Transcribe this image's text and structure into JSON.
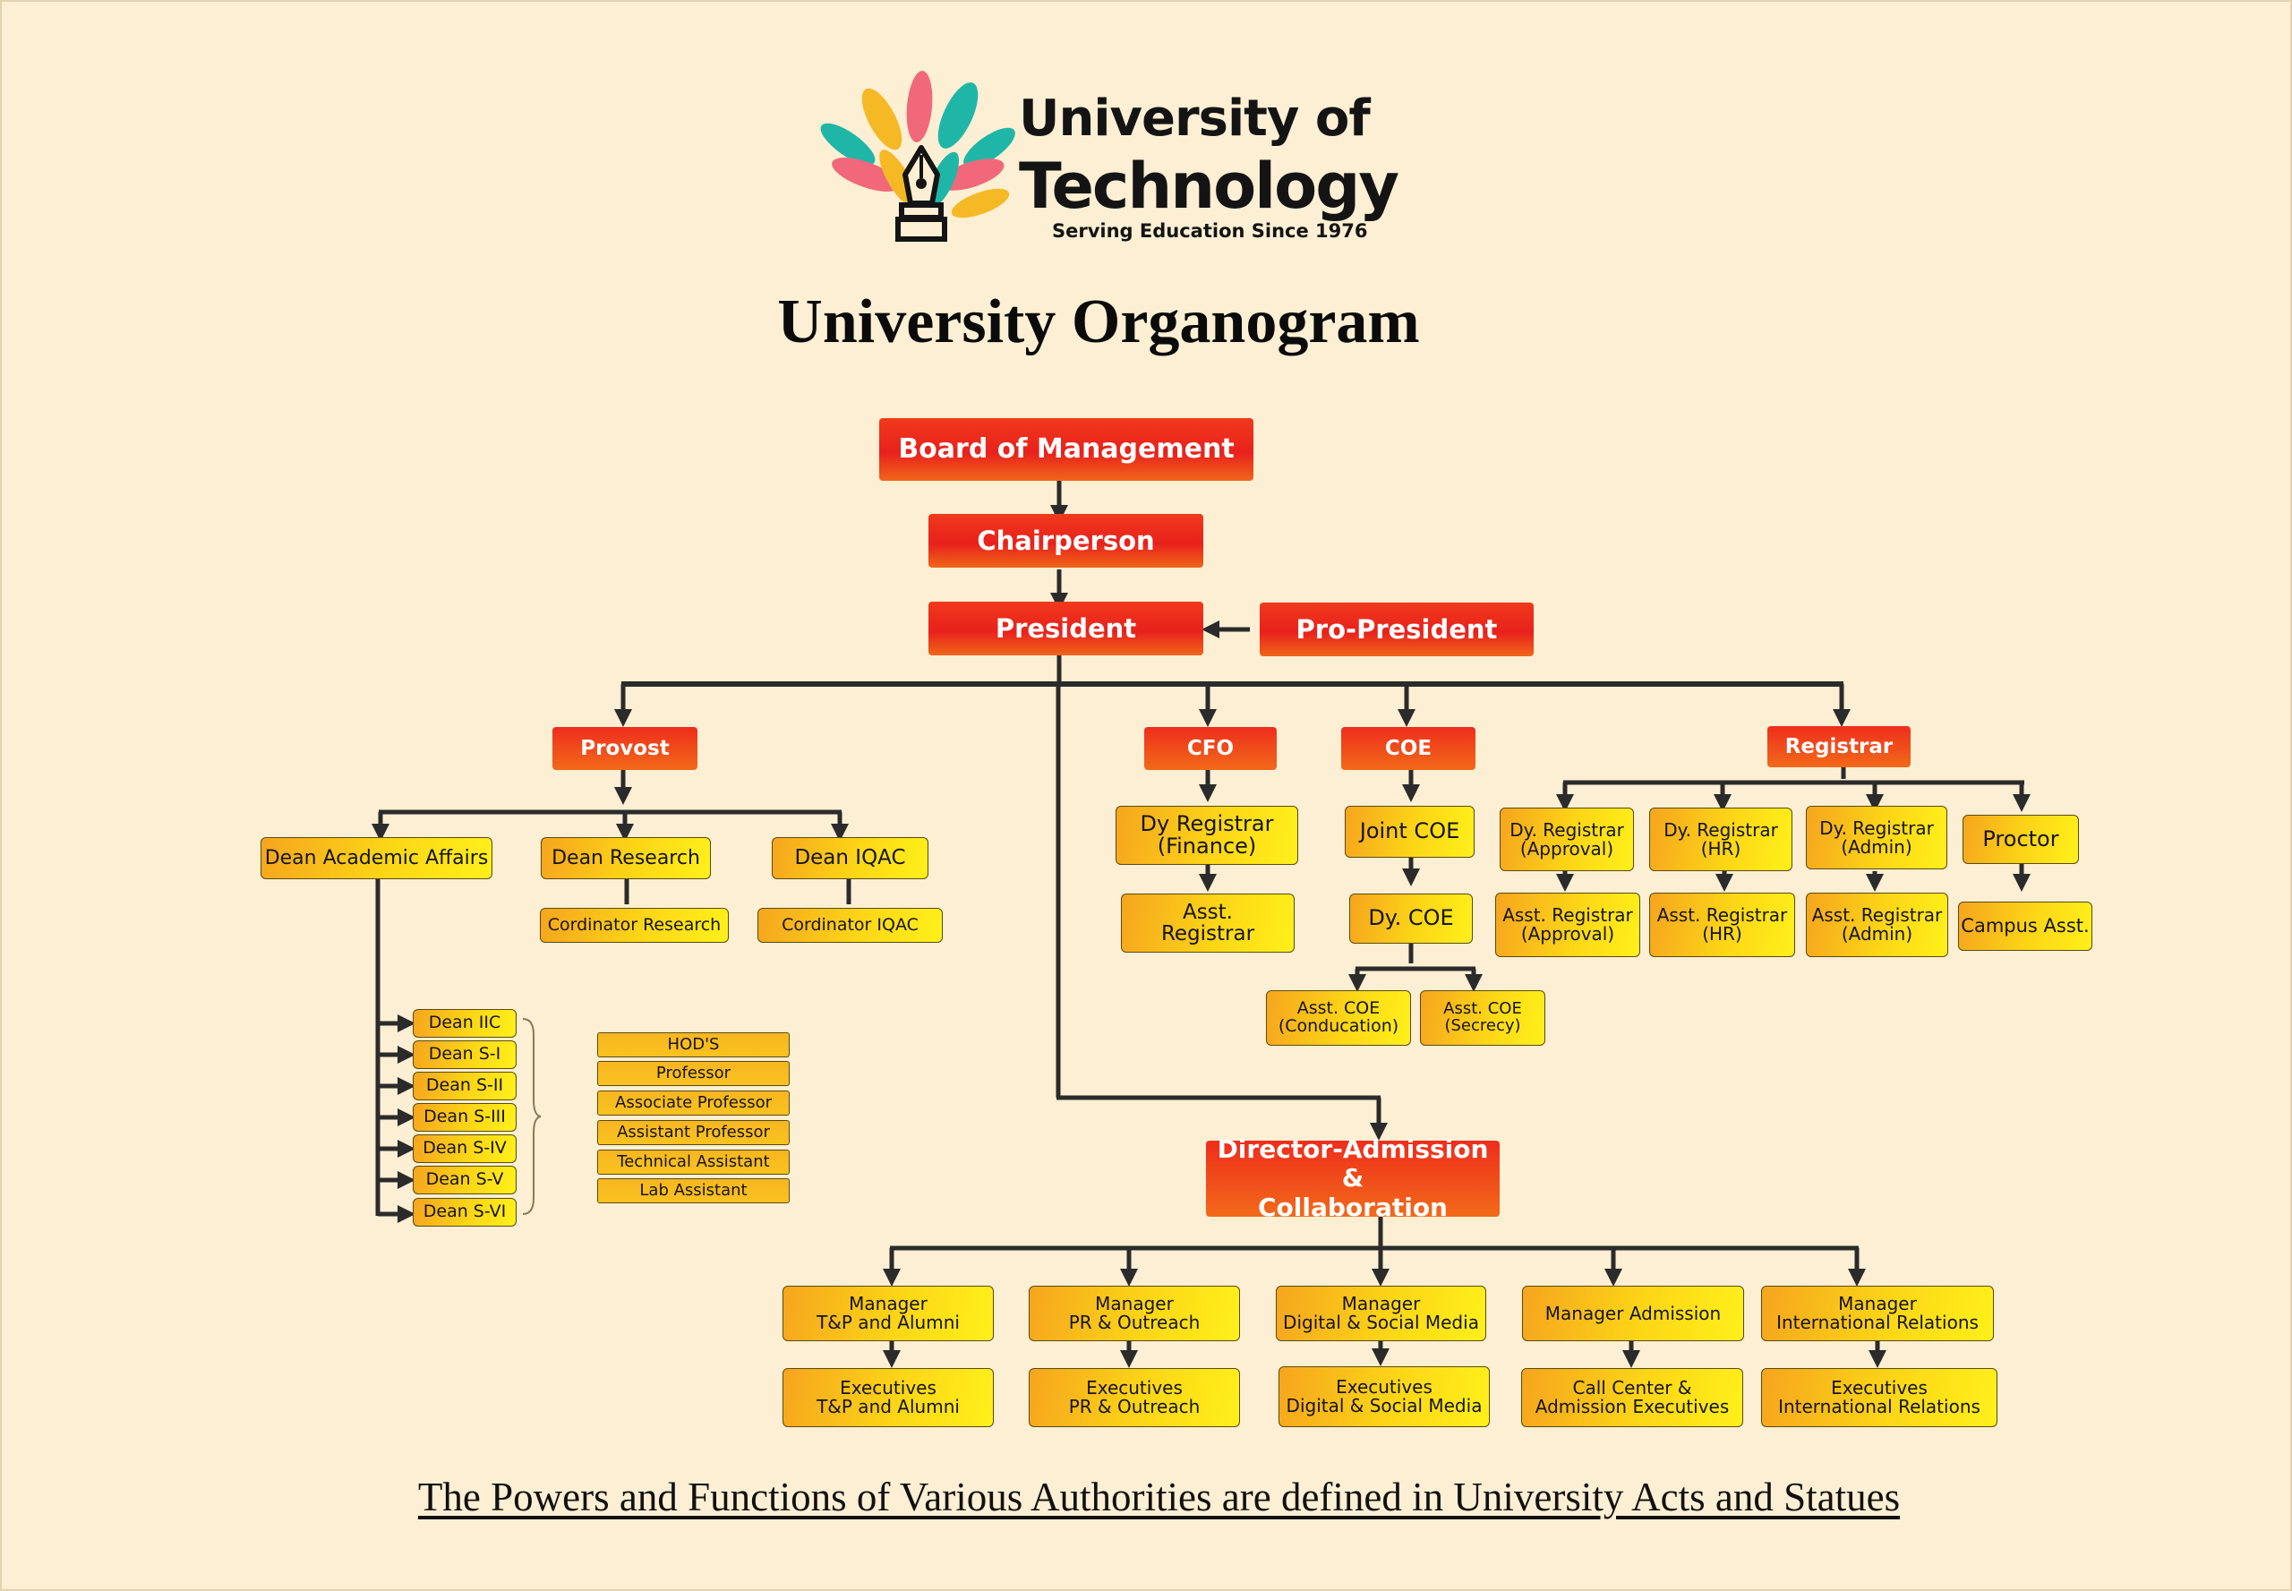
{
  "brand": {
    "line1": "University of",
    "line2": "Technology",
    "tagline": "Serving Education Since 1976",
    "colors": {
      "teal": "#1fb6a8",
      "yellow": "#f5b925",
      "pink": "#f0687a",
      "ink": "#141414"
    }
  },
  "title": "University Organogram",
  "footer": "The Powers and Functions of Various Authorities are defined in University Acts and Statues",
  "colors": {
    "top_box": "#e8211c",
    "sub_box": "#fcd617",
    "line": "#2b2b2b",
    "background": "#fdefd3"
  },
  "nodes": {
    "board": "Board of Management",
    "chairperson": "Chairperson",
    "president": "President",
    "pro_president": "Pro-President",
    "provost": "Provost",
    "cfo": "CFO",
    "coe": "COE",
    "registrar": "Registrar",
    "dean_academic": "Dean Academic Affairs",
    "dean_research": "Dean Research",
    "dean_iqac": "Dean IQAC",
    "coord_research": "Cordinator Research",
    "coord_iqac": "Cordinator IQAC",
    "dy_reg_finance": "Dy Registrar\n(Finance)",
    "asst_reg": "Asst.\nRegistrar",
    "joint_coe": "Joint COE",
    "dy_coe": "Dy. COE",
    "asst_coe_cond": "Asst. COE\n(Conducation)",
    "asst_coe_sec": "Asst. COE\n(Secrecy)",
    "dy_reg_approval": "Dy. Registrar\n(Approval)",
    "dy_reg_hr": "Dy. Registrar\n(HR)",
    "dy_reg_admin": "Dy. Registrar\n(Admin)",
    "proctor": "Proctor",
    "asst_reg_approval": "Asst. Registrar\n(Approval)",
    "asst_reg_hr": "Asst. Registrar\n(HR)",
    "asst_reg_admin": "Asst. Registrar\n(Admin)",
    "campus_asst": "Campus Asst.",
    "director": "Director-Admission &\nCollaboration",
    "mgr_tp": "Manager\nT&P and Alumni",
    "mgr_pr": "Manager\nPR & Outreach",
    "mgr_digital": "Manager\nDigital & Social Media",
    "mgr_admission": "Manager Admission",
    "mgr_intl": "Manager\nInternational Relations",
    "exec_tp": "Executives\nT&P and Alumni",
    "exec_pr": "Executives\nPR & Outreach",
    "exec_digital": "Executives\nDigital & Social Media",
    "exec_callcenter": "Call Center &\nAdmission Executives",
    "exec_intl": "Executives\nInternational Relations"
  },
  "deans": [
    "Dean IIC",
    "Dean S-I",
    "Dean S-II",
    "Dean S-III",
    "Dean S-IV",
    "Dean S-V",
    "Dean S-VI"
  ],
  "faculty": [
    "HOD'S",
    "Professor",
    "Associate Professor",
    "Assistant Professor",
    "Technical Assistant",
    "Lab Assistant"
  ]
}
